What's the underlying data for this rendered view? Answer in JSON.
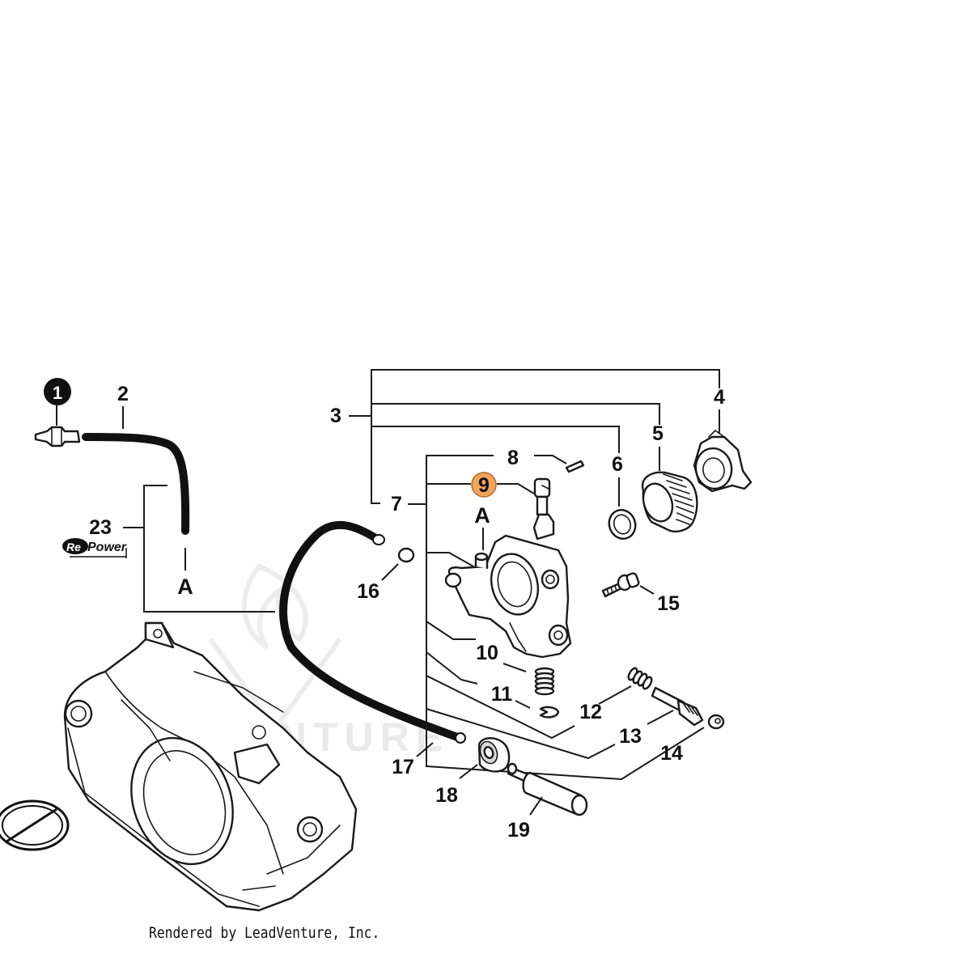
{
  "callouts": {
    "c1": "1",
    "c2": "2",
    "c3": "3",
    "c4": "4",
    "c5": "5",
    "c6": "6",
    "c7": "7",
    "c8": "8",
    "c9": "9",
    "c10": "10",
    "c11": "11",
    "c12": "12",
    "c13": "13",
    "c14": "14",
    "c15": "15",
    "c16": "16",
    "c17": "17",
    "c18": "18",
    "c19": "19",
    "c23": "23"
  },
  "connection_labels": {
    "a_left": "A",
    "a_right": "A"
  },
  "brand_badge": {
    "re": "Re",
    "power": "Power"
  },
  "watermark_text": "LEADVENTURE",
  "footer": {
    "credit": "Rendered by LeadVenture, Inc."
  },
  "colors": {
    "highlight": "#f1a45c",
    "ink": "#111111",
    "background": "#ffffff"
  },
  "icons": {
    "badge_1": "filled-circle-number-icon",
    "repower": "repower-logo-icon",
    "bottom_left": "echo-logo-icon"
  }
}
